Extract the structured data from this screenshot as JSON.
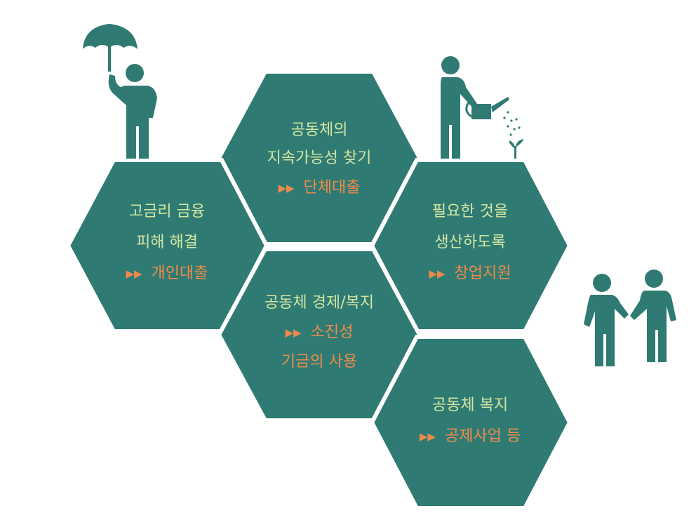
{
  "colors": {
    "hex_fill": "#2f7b73",
    "hex_gap": "#ffffff",
    "text_light": "#d4e6a2",
    "text_accent": "#f08a4b",
    "figure": "#2f7b73"
  },
  "arrow_prefix": "▶▶",
  "hexagons": [
    {
      "id": "sustainability",
      "lines": [
        "공동체의",
        "지속가능성 찾기"
      ],
      "accent_lines": [
        "단체대출"
      ]
    },
    {
      "id": "high-interest",
      "lines": [
        "고금리 금융",
        "피해 해결"
      ],
      "accent_lines": [
        "개인대출"
      ]
    },
    {
      "id": "startup",
      "lines": [
        "필요한 것을",
        "생산하도록"
      ],
      "accent_lines": [
        "창업지원"
      ]
    },
    {
      "id": "economy-welfare",
      "lines": [
        "공동체 경제/복지"
      ],
      "accent_lines": [
        "소진성",
        "기금의 사용"
      ]
    },
    {
      "id": "welfare",
      "lines": [
        "공동체 복지"
      ],
      "accent_lines": [
        "공제사업 등"
      ]
    }
  ],
  "figures": [
    "umbrella-person-icon",
    "watering-person-icon",
    "handshake-people-icon"
  ]
}
